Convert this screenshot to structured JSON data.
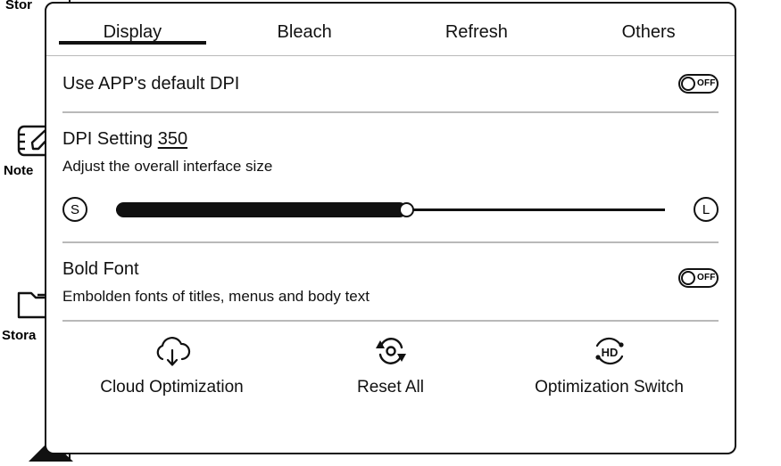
{
  "background": {
    "top_label": "Stor",
    "items": [
      {
        "icon": "note-pencil-icon",
        "label": "Note"
      },
      {
        "icon": "folder-icon",
        "label": "Stora"
      }
    ]
  },
  "dialog": {
    "tabs": [
      {
        "label": "Display",
        "active": true
      },
      {
        "label": "Bleach",
        "active": false
      },
      {
        "label": "Refresh",
        "active": false
      },
      {
        "label": "Others",
        "active": false
      }
    ],
    "rows": {
      "default_dpi": {
        "title": "Use APP's default DPI",
        "toggle_state": "OFF"
      },
      "dpi_setting": {
        "title": "DPI Setting",
        "value": "350",
        "subtitle": "Adjust the overall interface size",
        "slider": {
          "min_label": "S",
          "max_label": "L",
          "fill_percent": 53
        }
      },
      "bold_font": {
        "title": "Bold Font",
        "subtitle": "Embolden fonts of titles, menus and body text",
        "toggle_state": "OFF"
      }
    },
    "actions": [
      {
        "icon": "cloud-download-icon",
        "label": "Cloud Optimization"
      },
      {
        "icon": "reset-circular-arrows-icon",
        "label": "Reset All"
      },
      {
        "icon": "hd-refresh-icon",
        "label": "Optimization Switch"
      }
    ]
  },
  "colors": {
    "ink": "#111111",
    "separator": "#b9b9b9",
    "background": "#ffffff"
  }
}
